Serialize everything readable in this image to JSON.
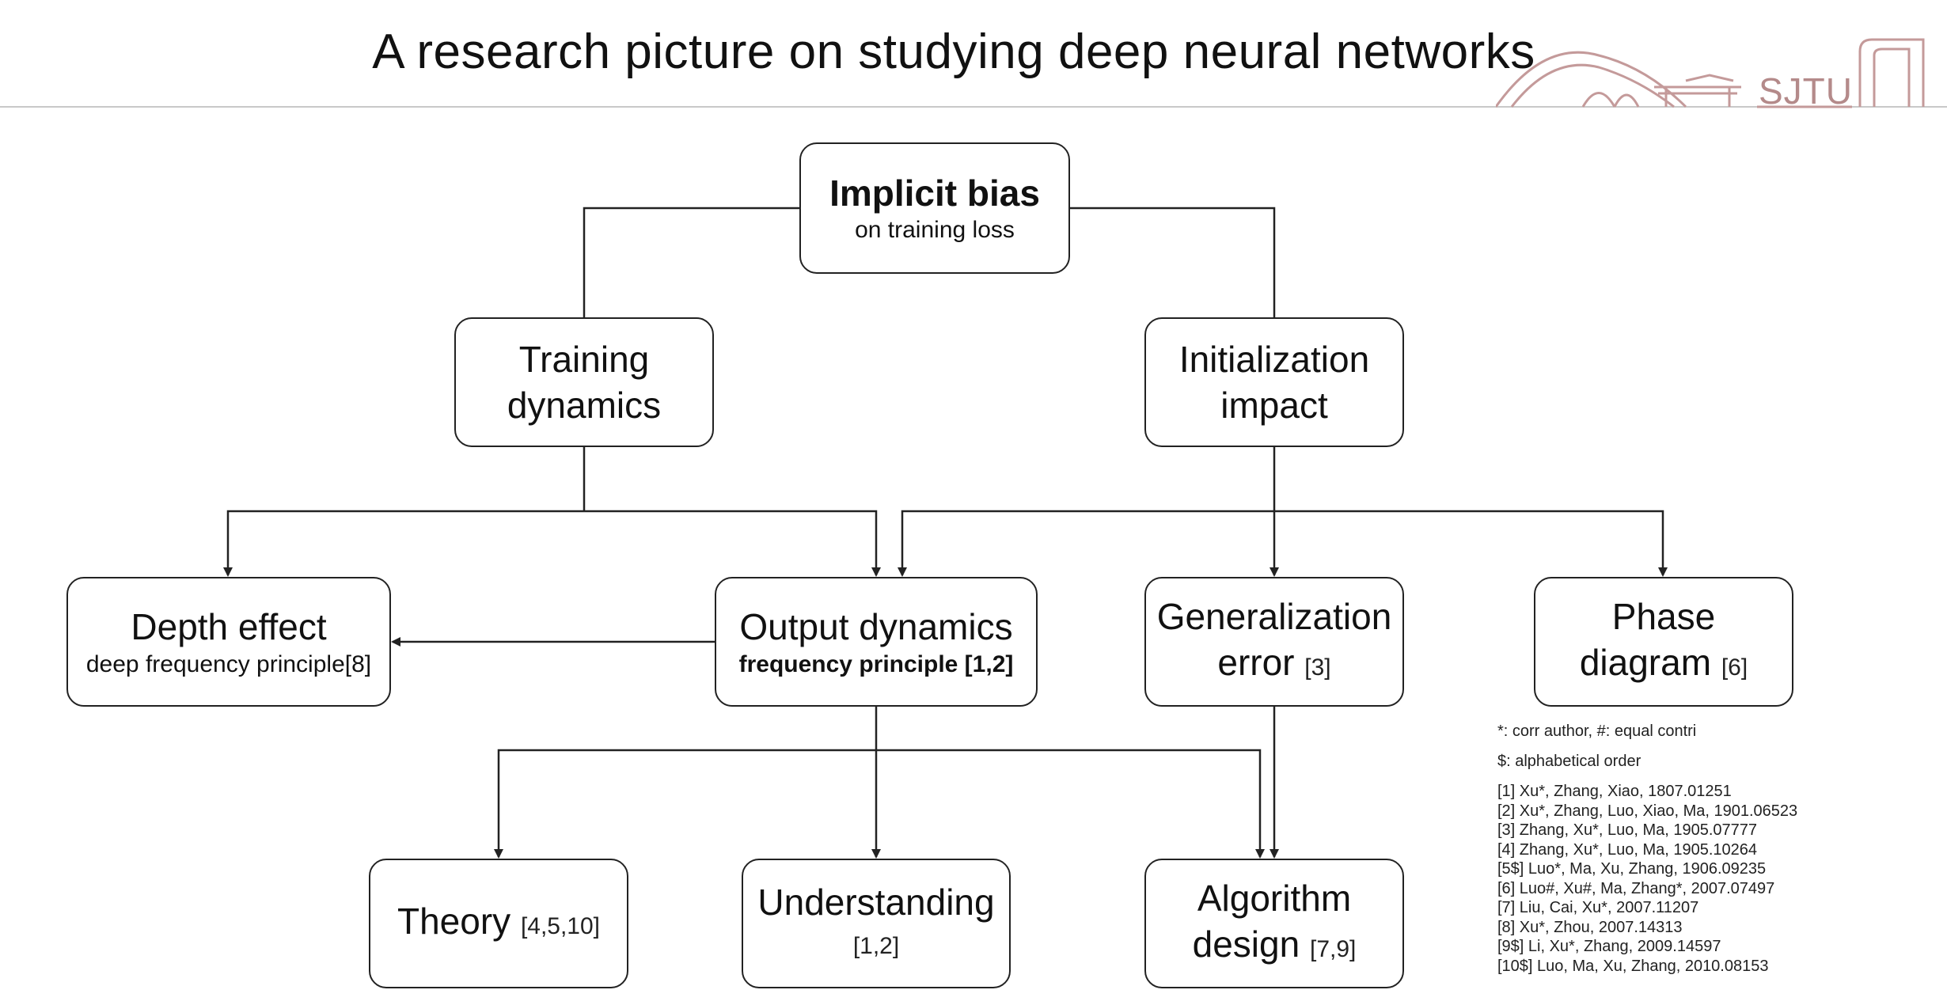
{
  "title": "A research picture on studying deep neural networks",
  "logo": {
    "text": "SJTU",
    "color": "#b48a8a"
  },
  "nodes": {
    "implicit_bias": {
      "title": "Implicit bias",
      "subtitle": "on training loss"
    },
    "training_dynamics": {
      "line1": "Training",
      "line2": "dynamics"
    },
    "initialization_impact": {
      "line1": "Initialization",
      "line2": "impact"
    },
    "depth_effect": {
      "title": "Depth effect",
      "subtitle": "deep frequency principle[8]"
    },
    "output_dynamics": {
      "title": "Output dynamics",
      "subtitle": "frequency principle [1,2]"
    },
    "generalization_error": {
      "line1": "Generalization",
      "line2": "error",
      "ref": "[3]"
    },
    "phase_diagram": {
      "line1": "Phase",
      "line2": "diagram",
      "ref": "[6]"
    },
    "theory": {
      "title": "Theory",
      "ref": "[4,5,10]"
    },
    "understanding": {
      "title": "Understanding",
      "ref": "[1,2]"
    },
    "algorithm_design": {
      "line1": "Algorithm",
      "line2": "design",
      "ref": "[7,9]"
    }
  },
  "notes": {
    "legend1": "*: corr author, #: equal contri",
    "legend2": "$: alphabetical order",
    "references": [
      "[1] Xu*, Zhang, Xiao, 1807.01251",
      "[2] Xu*, Zhang, Luo, Xiao, Ma, 1901.06523",
      "[3] Zhang, Xu*, Luo, Ma, 1905.07777",
      "[4] Zhang, Xu*, Luo, Ma, 1905.10264",
      "[5$] Luo*, Ma, Xu, Zhang, 1906.09235",
      "[6] Luo#, Xu#,  Ma, Zhang*, 2007.07497",
      "[7] Liu, Cai, Xu*, 2007.11207",
      "[8] Xu*, Zhou, 2007.14313",
      "[9$] Li, Xu*, Zhang, 2009.14597",
      "[10$] Luo, Ma, Xu, Zhang, 2010.08153"
    ]
  },
  "colors": {
    "line": "#222222",
    "rule": "#c9c9c9"
  }
}
